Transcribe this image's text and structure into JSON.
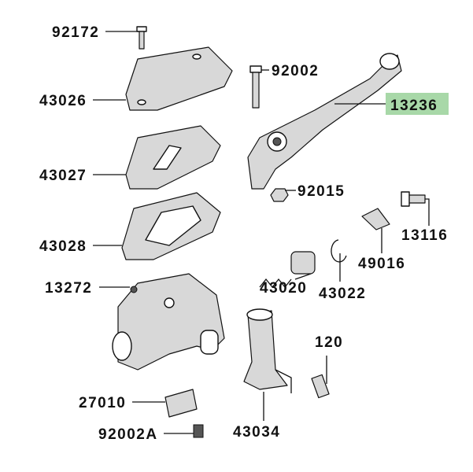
{
  "parts": {
    "p92172": "92172",
    "p43026": "43026",
    "p43027": "43027",
    "p43028": "43028",
    "p13272": "13272",
    "p27010": "27010",
    "p92002A": "92002A",
    "p92002": "92002",
    "p13236": "13236",
    "p92015": "92015",
    "p13116": "13116",
    "p49016": "49016",
    "p43022": "43022",
    "p43020": "43020",
    "p120": "120",
    "p43034": "43034"
  },
  "highlight_color": "#a8d8a8"
}
